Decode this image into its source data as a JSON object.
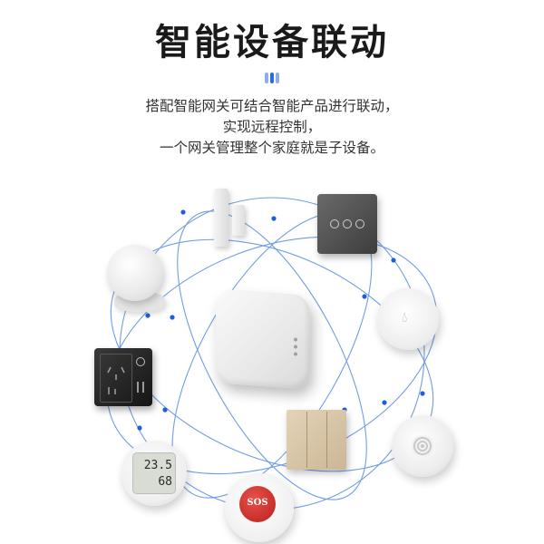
{
  "header": {
    "title": "智能设备联动",
    "accent_color": "#2d6cdf"
  },
  "description": {
    "line1": "搭配智能网关可结合智能产品进行联动，",
    "line2": "实现远程控制，",
    "line3": "一个网关管理整个家庭就是子设备。"
  },
  "devices": {
    "sos_label": "SOS",
    "thermometer_reading_top": "23.5",
    "thermometer_reading_bottom": "68"
  },
  "colors": {
    "orbit_line": "#5a8be0",
    "orbit_dot": "#1f5fd6"
  }
}
